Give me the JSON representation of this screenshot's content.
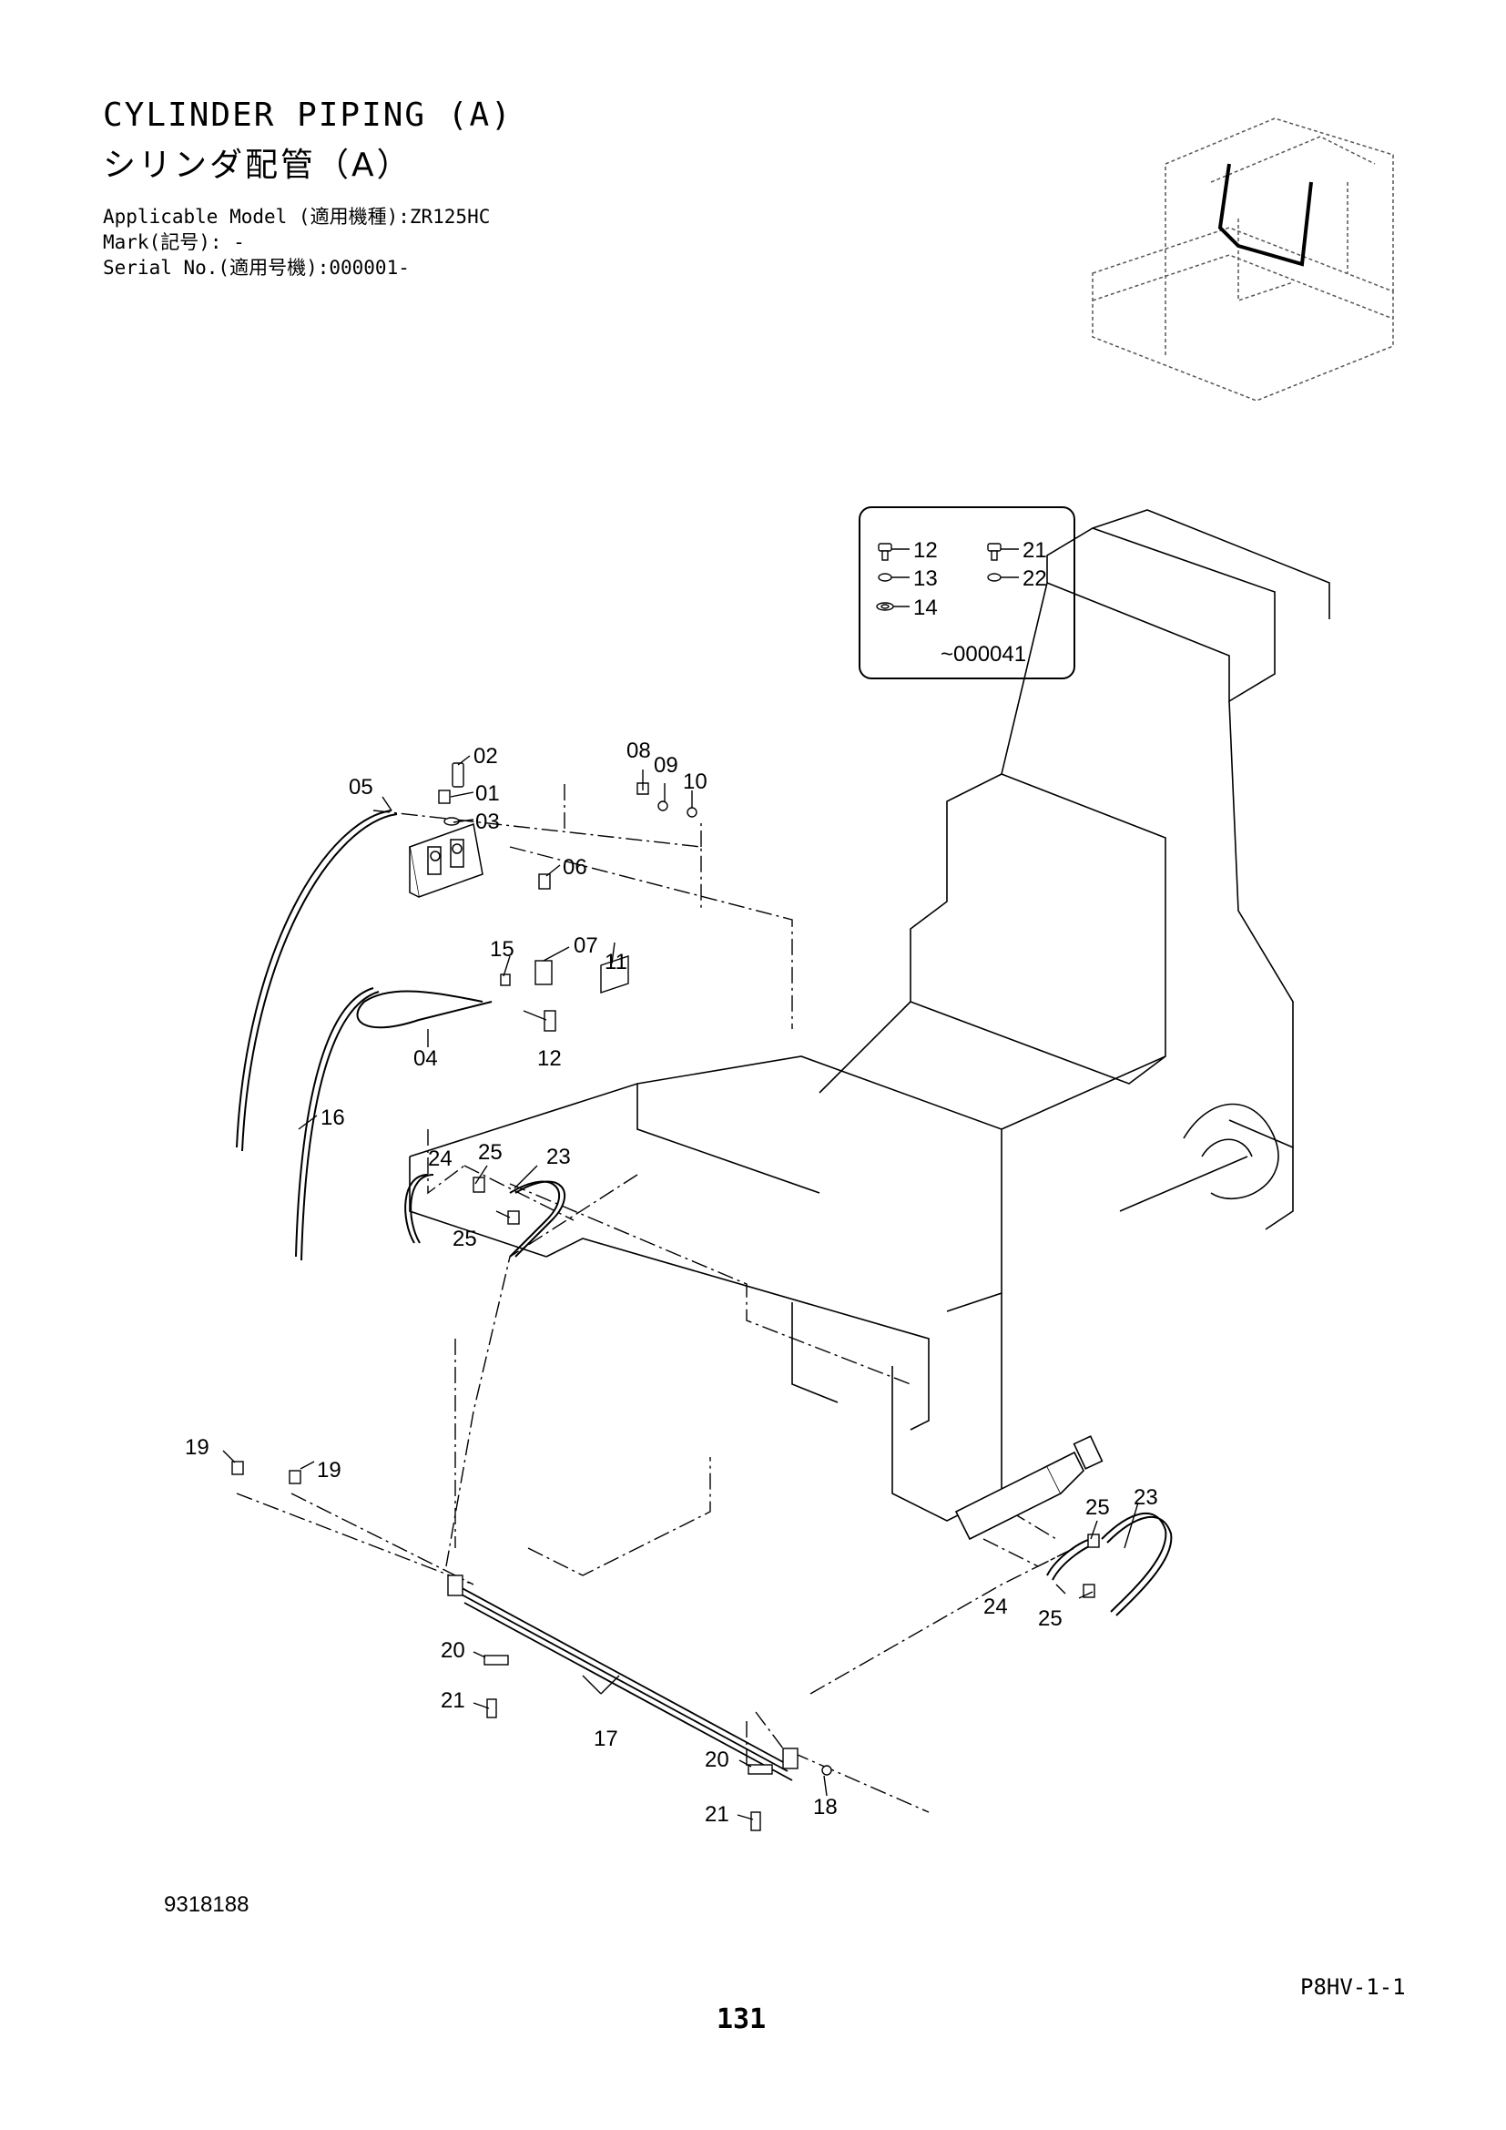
{
  "header": {
    "title_en": "CYLINDER PIPING (A)",
    "title_jp": "シリンダ配管（A）",
    "applicable_model": "Applicable Model (適用機種):ZR125HC",
    "mark": "Mark(記号): -",
    "serial": "Serial No.(適用号機):000001-"
  },
  "legend": {
    "items": [
      {
        "label": "12"
      },
      {
        "label": "13"
      },
      {
        "label": "14"
      },
      {
        "label": "21"
      },
      {
        "label": "22"
      }
    ],
    "serial_range": "~000041"
  },
  "callouts": {
    "c02": "02",
    "c01": "01",
    "c03": "03",
    "c05": "05",
    "c06": "06",
    "c08": "08",
    "c09": "09",
    "c10": "10",
    "c15": "15",
    "c07": "07",
    "c11": "11",
    "c04": "04",
    "c12": "12",
    "c16": "16",
    "c24a": "24",
    "c25a": "25",
    "c23a": "23",
    "c25b": "25",
    "c19a": "19",
    "c19b": "19",
    "c25c": "25",
    "c23b": "23",
    "c24b": "24",
    "c25d": "25",
    "c20a": "20",
    "c21a": "21",
    "c17": "17",
    "c20b": "20",
    "c21b": "21",
    "c18": "18"
  },
  "footer": {
    "figure_number": "9318188",
    "page_code": "P8HV-1-1",
    "page_number": "131"
  }
}
